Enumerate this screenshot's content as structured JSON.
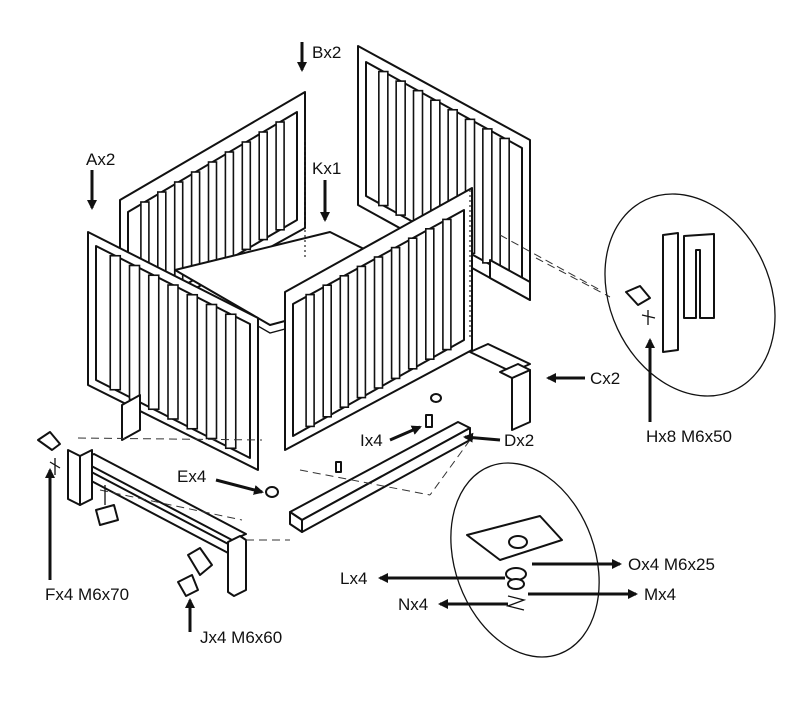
{
  "labels": {
    "A": "Ax2",
    "B": "Bx2",
    "C": "Cx2",
    "D": "Dx2",
    "E": "Ex4",
    "F": "Fx4 M6x70",
    "H": "Hx8 M6x50",
    "I": "Ix4",
    "J": "Jx4 M6x60",
    "K": "Kx1",
    "L": "Lx4",
    "M": "Mx4",
    "N": "Nx4",
    "O": "Ox4 M6x25"
  }
}
